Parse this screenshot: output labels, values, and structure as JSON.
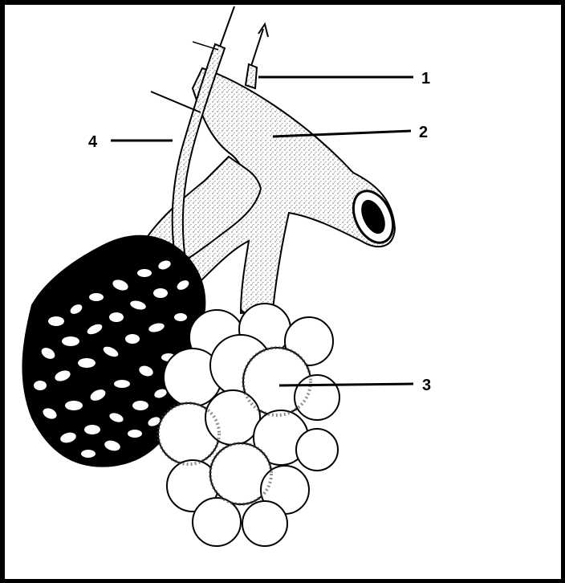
{
  "labels": {
    "l1": "1",
    "l2": "2",
    "l3": "3",
    "l4": "4"
  },
  "colors": {
    "ink": "#000000",
    "paper": "#ffffff",
    "stipple": "#6b6b6b"
  },
  "icons": [
    "alveolus-cluster",
    "capillary-network",
    "bronchiole-tube",
    "arteriole-vessel",
    "venule-vessel"
  ]
}
